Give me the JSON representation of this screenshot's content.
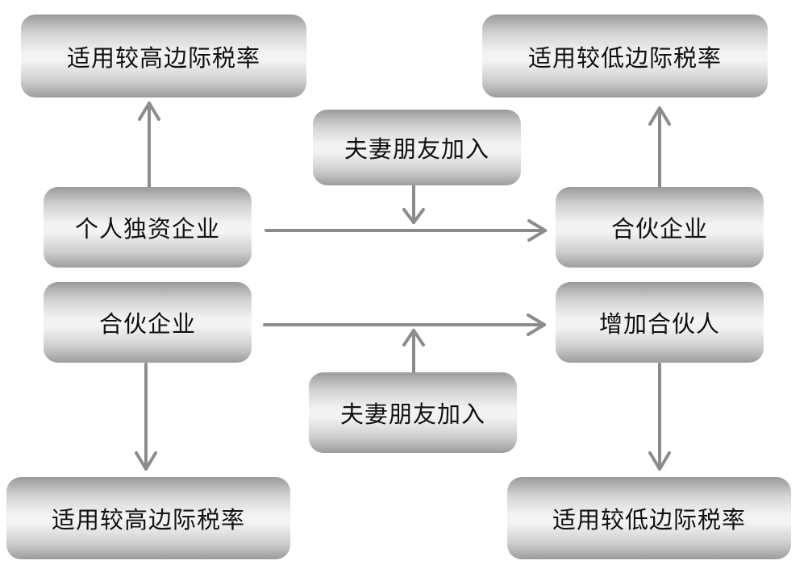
{
  "nodes": {
    "top_left_result": "适用较高边际税率",
    "top_right_result": "适用较低边际税率",
    "top_join": "夫妻朋友加入",
    "sole_proprietorship": "个人独资企业",
    "partnership_right": "合伙企业",
    "partnership_left": "合伙企业",
    "add_partner": "增加合伙人",
    "bottom_join": "夫妻朋友加入",
    "bottom_left_result": "适用较高边际税率",
    "bottom_right_result": "适用较低边际税率"
  },
  "colors": {
    "arrow": "#8c8c8c",
    "text": "#111111"
  }
}
